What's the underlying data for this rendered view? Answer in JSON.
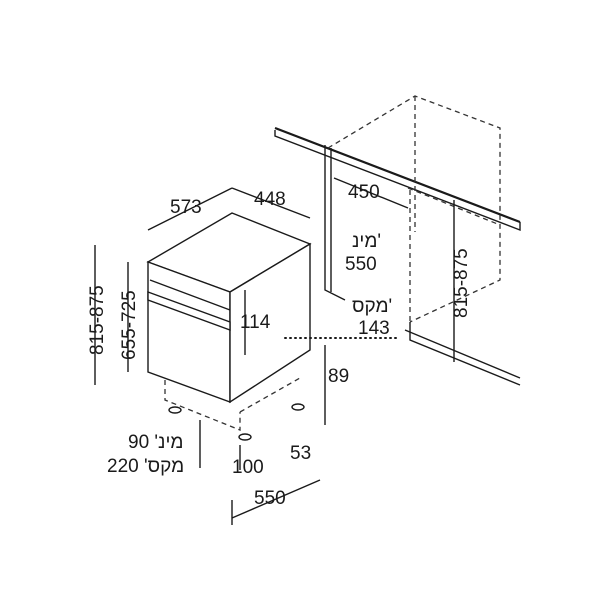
{
  "dimensions": {
    "top_width": "448",
    "top_depth": "573",
    "niche_depth": "450",
    "niche_min_label": "מינ'",
    "niche_min_value": "550",
    "niche_height": "815-875",
    "total_height": "815-875",
    "body_height": "655-725",
    "panel_offset": "114",
    "panel_max_label": "מקס'",
    "panel_max_value": "143",
    "plinth_height": "89",
    "foot_height": "53",
    "foot_depth": "100",
    "overall_depth": "550",
    "plinth_min": "מינ' 90",
    "plinth_max": "מקס' 220"
  },
  "colors": {
    "line": "#1a1a1a",
    "background": "#ffffff"
  }
}
